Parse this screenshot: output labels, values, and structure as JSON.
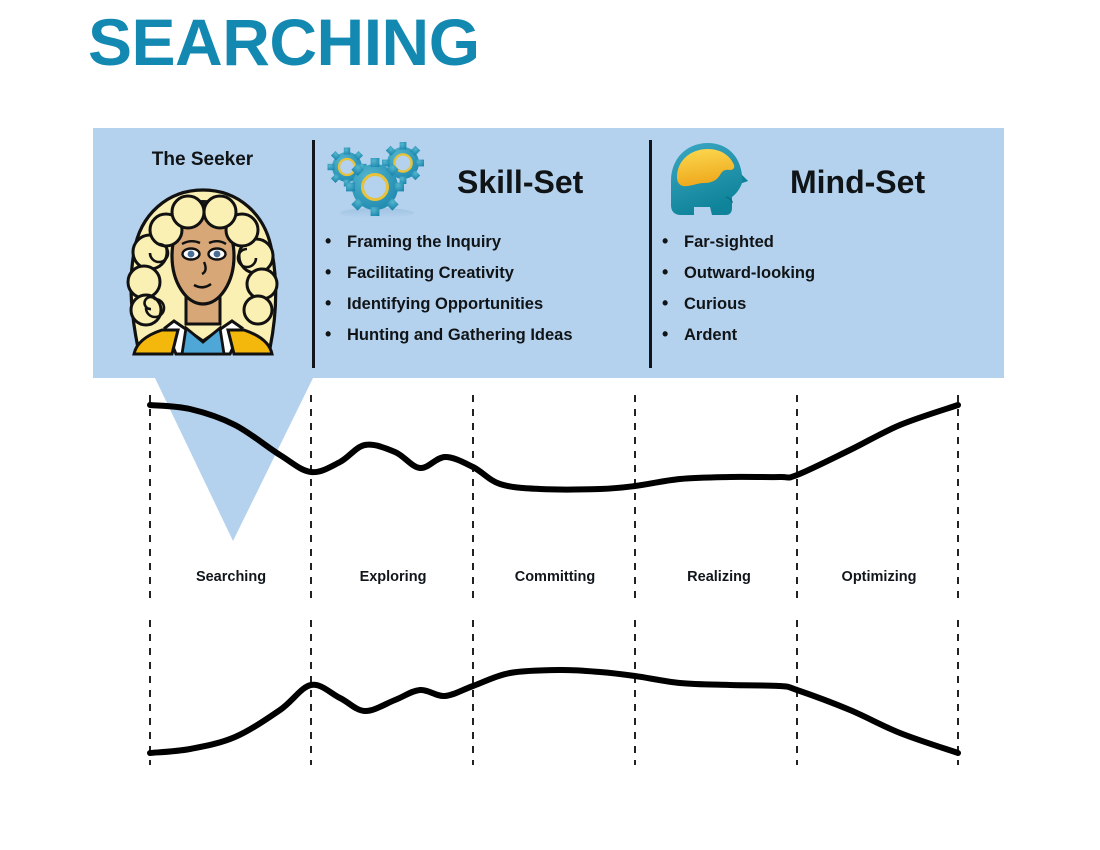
{
  "title": "SEARCHING",
  "theme": {
    "title_color": "#1389B2",
    "panel_bg": "#B4D2EE",
    "divider_color": "#11161C",
    "curve_color": "#000000",
    "pointer_fill": "#B4D2EE",
    "icon_teal": "#2196B5",
    "icon_gold": "#F2C230"
  },
  "panel": {
    "seeker": {
      "title": "The Seeker",
      "figure_icon": "seeker-portrait-icon"
    },
    "skillset": {
      "icon": "gears-icon",
      "heading": "Skill-Set",
      "bullet_char": "•",
      "items": [
        "Framing the Inquiry",
        "Facilitating Creativity",
        "Identifying Opportunities",
        "Hunting and Gathering Ideas"
      ]
    },
    "mindset": {
      "icon": "head-brain-icon",
      "heading": "Mind-Set",
      "bullet_char": "•",
      "items": [
        "Far-sighted",
        "Outward-looking",
        "Curious",
        "Ardent"
      ]
    }
  },
  "chart_data": {
    "type": "line",
    "title": "",
    "xlabel": "",
    "ylabel": "",
    "grid": true,
    "legend_position": "none",
    "categories": [
      "Searching",
      "Exploring",
      "Committing",
      "Realizing",
      "Optimizing"
    ],
    "boundaries_x": [
      150,
      311,
      473,
      635,
      797,
      958
    ],
    "highlighted_stage": "Searching",
    "series": [
      {
        "name": "upper-curve",
        "x": [
          150,
          190,
          235,
          280,
          311,
          340,
          365,
          395,
          420,
          445,
          473,
          500,
          540,
          600,
          635,
          680,
          730,
          780,
          797,
          850,
          900,
          958
        ],
        "y": [
          405,
          409,
          425,
          455,
          472,
          462,
          445,
          452,
          468,
          457,
          467,
          484,
          489,
          489,
          486,
          479,
          477,
          477,
          475,
          450,
          425,
          405
        ]
      },
      {
        "name": "lower-curve",
        "x": [
          150,
          190,
          235,
          280,
          311,
          340,
          365,
          395,
          420,
          445,
          473,
          510,
          560,
          600,
          635,
          680,
          730,
          780,
          797,
          850,
          900,
          958
        ],
        "y": [
          753,
          749,
          737,
          710,
          685,
          698,
          711,
          700,
          690,
          696,
          686,
          673,
          670,
          672,
          676,
          683,
          685,
          686,
          690,
          710,
          733,
          753
        ]
      }
    ],
    "pointer": {
      "shape": "triangle",
      "apex_x": 233,
      "apex_y": 541,
      "top_left_x": 155,
      "top_right_x": 313,
      "top_y": 378
    }
  }
}
